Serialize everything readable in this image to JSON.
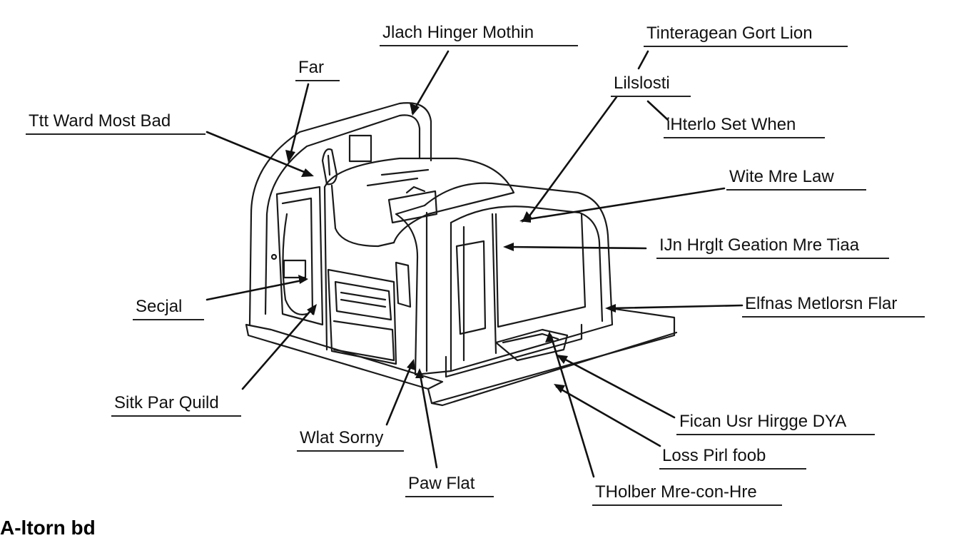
{
  "labels": {
    "top_center": "Jlach Hinger Mothin",
    "top_right": "Tinteragean Gort Lion",
    "far": "Far",
    "lilslosti": "Lilslosti",
    "left_top": "Ttt Ward Most Bad",
    "right_sub": "iHterlo Set When",
    "wite": "Wite Mre Law",
    "right_mid": "IJn Hrglt Geation Mre Tiaa",
    "secjal": "Secjal",
    "right_low": "Elfnas Metlorsn Flar",
    "left_low": "Sitk Par Quild",
    "right_bottom1": "Fican Usr Hirgge DYA",
    "what": "Wlat Sorny",
    "right_bottom2": "Loss Pirl foob",
    "paw": "Paw Flat",
    "bottom_center": "THolber Mre-con-Hre"
  },
  "caption": "A-ltorn bd"
}
